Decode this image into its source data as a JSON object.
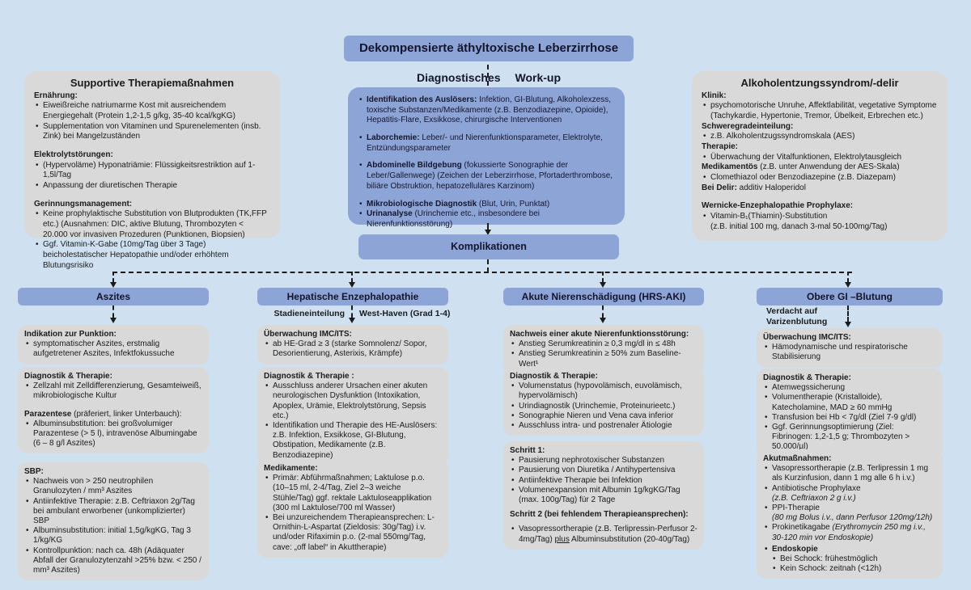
{
  "colors": {
    "background": "#cfe0f0",
    "node_blue": "#8da5d6",
    "node_gray": "#d9d9d9",
    "line": "#1b1b1b"
  },
  "title": "Dekompensierte äthyltoxische Leberzirrhose",
  "komplikationen_label": "Komplikationen",
  "workup": {
    "label_left": "Diagnostisches",
    "label_right": "Work-up",
    "items": [
      {
        "b": "Identifikation des Auslösers:",
        "t": " Infektion, GI-Blutung, Alkoholexzess, toxische Substanzen/Medikamente (z.B. Benzodiazepine, Opioide), Hepatitis-Flare, Exsikkose, chirurgische Interventionen"
      },
      {
        "b": "Laborchemie:",
        "t": " Leber/- und Nierenfunktionsparameter, Elektrolyte, Entzündungsparameter"
      },
      {
        "b": "Abdominelle Bildgebung",
        "t": " (fokussierte Sonographie der Leber/Gallenwege) (Zeichen der Leberzirrhose, Pfortaderthrombose, biliäre Obstruktion, hepatozelluläres Karzinom)"
      },
      {
        "b": "Mikrobiologische Diagnostik",
        "t": " (Blut, Urin, Punktat)"
      },
      {
        "b": "Urinanalyse",
        "t": " (Urinchemie etc., insbesondere bei Nierenfunktionsstörung)"
      }
    ]
  },
  "supportive": {
    "title": "Supportive Therapiemaßnahmen",
    "sections": [
      {
        "heading": "Ernährung:",
        "bullets": [
          "Eiweißreiche natriumarme Kost mit ausreichendem Energiegehalt (Protein 1,2-1,5 g/kg, 35-40 kcal/kgKG)",
          "Supplementation von Vitaminen und Spurenelementen (insb. Zink) bei Mangelzuständen"
        ]
      },
      {
        "heading": "Elektrolytstörungen:",
        "bullets": [
          "(Hypervoläme) Hyponatriämie: Flüssigkeitsrestriktion auf 1-1,5l/Tag",
          "Anpassung der diuretischen Therapie"
        ]
      },
      {
        "heading": "Gerinnungsmanagement:",
        "bullets": [
          "Keine prophylaktische Substitution von Blutprodukten (TK,FFP etc.) (Ausnahmen: DIC, aktive Blutung, Thrombozyten < 20.000 vor invasiven Prozeduren (Punktionen, Biopsien)",
          "Ggf. Vitamin-K-Gabe (10mg/Tag über 3 Tage) beicholestatischer Hepatopathie und/oder erhöhtem Blutungsrisiko"
        ]
      }
    ]
  },
  "withdrawal": {
    "title": "Alkoholentzungssyndrom/-delir",
    "klinik_heading": "Klinik:",
    "klinik_bullet": "psychomotorische Unruhe, Affektlabilität, vegetative Symptome (Tachykardie, Hypertonie, Tremor, Übelkeit, Erbrechen etc.)",
    "schweregrad_heading": "Schweregradeinteilung:",
    "schweregrad_bullet": "z.B. Alkoholentzugssyndromskala (AES)",
    "therapie_heading": "Therapie:",
    "therapie_bullet": "Überwachung der Vitalfunktionen, Elektrolytausgleich",
    "medikamentoes_bold": "Medikamentös",
    "medikamentoes_rest": " (z.B. unter Anwendung der AES-Skala)",
    "medikamentoes_bullet": "Clomethiazol oder Benzodiazepine (z.B. Diazepam)",
    "delir_bold": "Bei Delir:",
    "delir_rest": " additiv Haloperidol",
    "wernicke_heading": "Wernicke-Enzephalopathie Prophylaxe:",
    "wernicke_line1": "Vitamin-B₁(Thiamin)-Substitution",
    "wernicke_line2": "(z.B. initial 100 mg, danach 3-mal 50-100mg/Tag)"
  },
  "aszites": {
    "header": "Aszites",
    "punktion_heading": "Indikation zur Punktion:",
    "punktion_bullet": "symptomatischer Aszites, erstmalig aufgetretener Aszites, Infektfokussuche",
    "diagnostik_heading": "Diagnostik & Therapie:",
    "diagnostik_bullet": "Zellzahl mit Zelldifferenzierung, Gesamteiweiß, mikrobiologische Kultur",
    "parazentese_bold": "Parazentese",
    "parazentese_rest": " (präferiert, linker Unterbauch):",
    "parazentese_bullet": "Albuminsubstitution: bei großvolumiger Parazentese (> 5 l), intravenöse Albumingabe (6 – 8 g/l Aszites)",
    "sbp_heading": "SBP:",
    "sbp_bullets": [
      "Nachweis von > 250 neutrophilen Granulozyten / mm³ Aszites",
      "Antiinfektive Therapie: z.B. Ceftriaxon 2g/Tag bei ambulant erworbener (unkomplizierter) SBP",
      "Albuminsubstitution: initial 1,5g/kgKG, Tag 3 1/kg/KG",
      "Kontrollpunktion: nach ca. 48h (Adäquater Abfall der Granulozytenzahl >25% bzw. < 250 / mm³ Aszites)"
    ]
  },
  "he": {
    "header": "Hepatische Enzephalopathie",
    "sub_left": "Stadieneinteilung",
    "sub_right": "West-Haven (Grad 1-4)",
    "ueberwachung_heading": "Überwachung IMC/ITS:",
    "ueberwachung_bullet": "ab HE-Grad ≥ 3 (starke Somnolenz/ Sopor, Desorientierung, Asterixis, Krämpfe)",
    "diagnostik_heading": "Diagnostik & Therapie :",
    "diagnostik_bullets": [
      "Ausschluss anderer Ursachen einer akuten neurologischen Dysfunktion (Intoxikation, Apoplex, Urämie, Elektrolytstörung, Sepsis etc.)",
      "Identifikation und Therapie des HE-Auslösers: z.B. Infektion, Exsikkose, GI-Blutung, Obstipation, Medikamente (z.B. Benzodiazepine)"
    ],
    "medikamente_heading": "Medikamente:",
    "medikamente_bullets": [
      "Primär: Abführmaßnahmen; Laktulose p.o. (10–15 ml, 2-4/Tag, Ziel 2–3 weiche Stühle/Tag) ggf. rektale Laktuloseapplikation (300 ml Laktulose/700 ml Wasser)",
      "Bei unzureichendem Therapieansprechen: L-Ornithin-L-Aspartat (Zieldosis: 30g/Tag) i.v. und/oder Rifaximin p.o. (2-mal 550mg/Tag, cave: „off label“ in Akuttherapie)"
    ]
  },
  "hrs": {
    "header": "Akute Nierenschädigung (HRS-AKI)",
    "nachweis_heading": "Nachweis einer akute Nierenfunktionsstörung:",
    "nachweis_bullets": [
      "Anstieg Serumkreatinin ≥ 0,3 mg/dl in ≤ 48h",
      "Anstieg Serumkreatinin ≥ 50% zum Baseline-Wert¹"
    ],
    "diagnostik_heading": "Diagnostik & Therapie:",
    "diagnostik_bullets": [
      "Volumenstatus (hypovolämisch, euvolämisch, hypervolämisch)",
      "Urindiagnostik (Urinchemie, Proteinurieetc.)",
      "Sonographie Nieren und Vena cava inferior",
      "Ausschluss intra- und postrenaler Ätiologie"
    ],
    "schritt1_heading": "Schritt 1:",
    "schritt1_bullets": [
      "Pausierung nephrotoxischer Substanzen",
      "Pausierung von Diuretika / Antihypertensiva",
      "Antiinfektive Therapie bei Infektion",
      "Volumenexpansion mit Albumin 1g/kgKG/Tag (max. 100g/Tag) für 2 Tage"
    ],
    "schritt2_heading": "Schritt 2 (bei fehlendem Therapieansprechen):",
    "schritt2_pre": "Vasopressortherapie (z.B. Terlipressin-Perfusor 2-4mg/Tag) ",
    "schritt2_underline": "plus",
    "schritt2_post": " Albuminsubstitution (20-40g/Tag)"
  },
  "gi": {
    "header": "Obere GI –Blutung",
    "sub_line1": "Verdacht auf",
    "sub_line2": "Varizenblutung",
    "ueberwachung_heading": "Überwachung IMC/ITS:",
    "ueberwachung_bullet": "Hämodynamische und respiratorische Stabilisierung",
    "diagnostik_heading": "Diagnostik & Therapie:",
    "diagnostik_bullets": [
      "Atemwegssicherung",
      "Volumentherapie (Kristalloide), Katecholamine, MAD ≥ 60 mmHg",
      "Transfusion bei Hb < 7g/dl (Ziel 7-9 g/dl)",
      "Ggf. Gerinnungsoptimierung (Ziel: Fibrinogen: 1,2-1,5 g; Thrombozyten > 50.000/µl)"
    ],
    "akut_heading": "Akutmaßnahmen:",
    "akut_bullet1": "Vasopressortherapie (z.B. Terlipressin 1 mg als Kurzinfusion, dann 1 mg alle 6 h i.v.)",
    "akut_bullet2_main": "Antibiotische Prophylaxe",
    "akut_bullet2_italic": "(z.B. Ceftriaxon 2 g i.v.)",
    "akut_bullet3_main": "PPI-Therapie",
    "akut_bullet3_italic": "(80 mg Bolus i.v., dann Perfusor 120mg/12h)",
    "akut_bullet4_main": "Prokinetikagabe ",
    "akut_bullet4_italic": "(Erythromycin 250 mg i.v., 30-120 min vor Endoskopie)",
    "endoskopie_heading": "Endoskopie",
    "endoskopie_bullets": [
      "Bei Schock: frühestmöglich",
      "Kein Schock: zeitnah (<12h)"
    ]
  }
}
